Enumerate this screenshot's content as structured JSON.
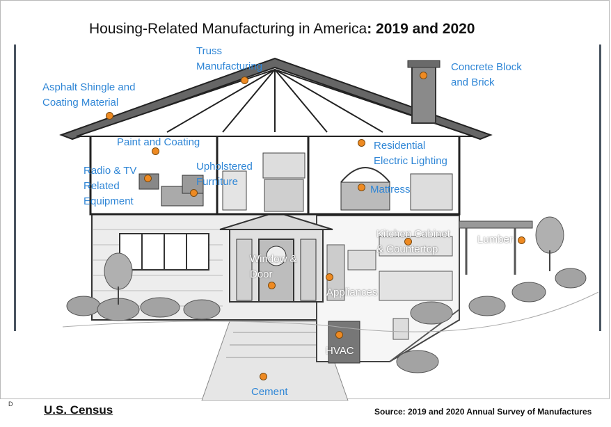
{
  "title": {
    "main": "Housing-Related Manufacturing in America",
    "years": ": 2019 and 2020"
  },
  "labels": {
    "truss": "Truss\nManufacturing",
    "concrete": "Concrete Block\nand Brick",
    "asphalt": "Asphalt Shingle and\nCoating Material",
    "paint": "Paint and Coating",
    "radio": "Radio & TV\nRelated\nEquipment",
    "upholstered": "Upholstered\nFurniture",
    "lighting": "Residential\nElectric Lighting",
    "mattress": "Mattress",
    "kitchen": "Kitchen Cabinet\n& Countertop",
    "lumber": "Lumber",
    "window": "Window &\nDoor",
    "appliances": "Appliances",
    "hvac": "HVAC",
    "cement": "Cement"
  },
  "footer": {
    "mark": "D",
    "source_org": "U.S. Census",
    "source_note": "Source: 2019 and 2020 Annual Survey of Manufactures"
  },
  "colors": {
    "label_blue": "#2f86d6",
    "marker_orange": "#ee8a22",
    "bar": "#4a5561"
  }
}
